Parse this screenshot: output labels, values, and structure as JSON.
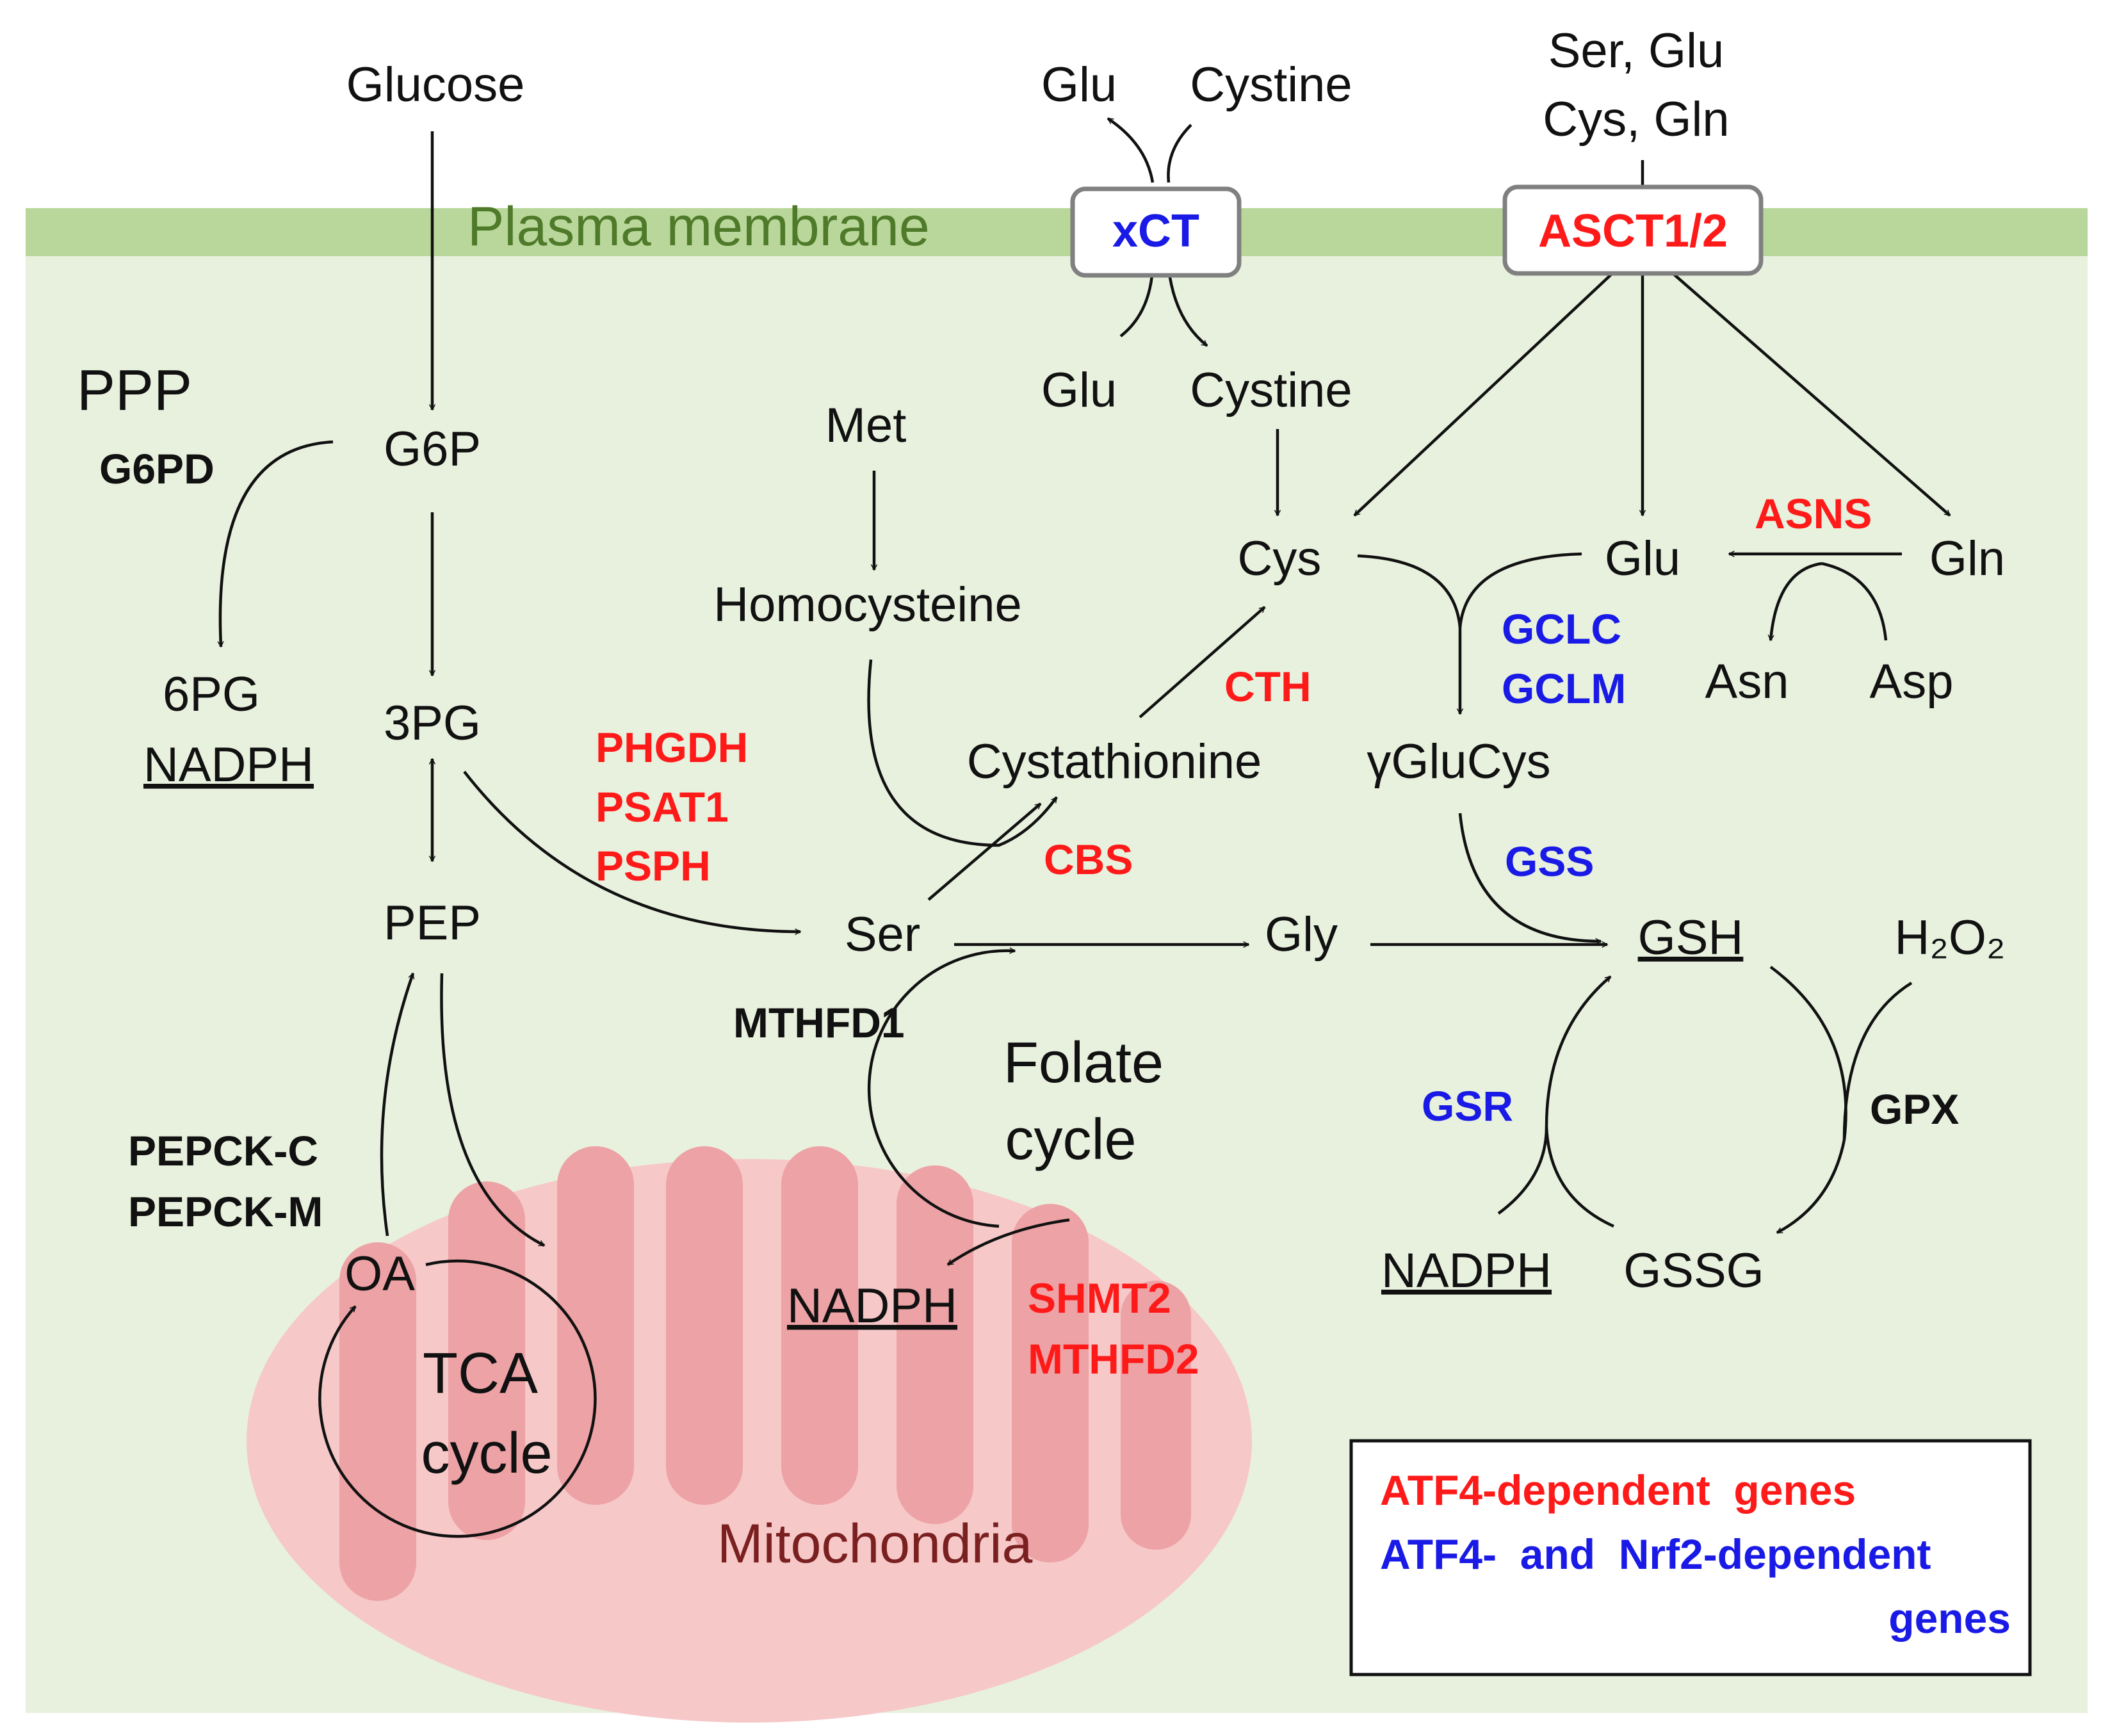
{
  "colors": {
    "atf4": "#ff1a1a",
    "atf4_nrf2": "#1a1ae6",
    "cytoplasm": "#e8f1de",
    "membrane": "#b9d79a",
    "mitochondria": "#f6c8c8",
    "cristae": "#eda2a5",
    "mito_label": "#7a2020",
    "membrane_label": "#4f7a2a"
  },
  "compartments": {
    "membrane": "Plasma membrane",
    "mitochondria": "Mitochondria"
  },
  "transporters": {
    "xct": "xCT",
    "asct": "ASCT1/2"
  },
  "metabolites": {
    "glucose": "Glucose",
    "g6p": "G6P",
    "ppp": "PPP",
    "pg6": "6PG",
    "nadph_ppp": "NADPH",
    "pg3": "3PG",
    "pep": "PEP",
    "oa": "OA",
    "tca1": "TCA",
    "tca2": "cycle",
    "met": "Met",
    "homocys": "Homocysteine",
    "cystathionine": "Cystathionine",
    "ser": "Ser",
    "gly": "Gly",
    "folate1": "Folate",
    "folate2": "cycle",
    "nadph_mito": "NADPH",
    "glu_out": "Glu",
    "cystine_out": "Cystine",
    "glu_in": "Glu",
    "cystine_in": "Cystine",
    "asct_sub1": "Ser, Glu",
    "asct_sub2": "Cys, Gln",
    "cys": "Cys",
    "glu": "Glu",
    "gln": "Gln",
    "asn": "Asn",
    "asp": "Asp",
    "gglucys": "γGluCys",
    "gsh": "GSH",
    "h2o2": "H₂O₂",
    "nadph_gsh": "NADPH",
    "gssg": "GSSG"
  },
  "enzymes": {
    "g6pd": "G6PD",
    "pepck_c": "PEPCK-C",
    "pepck_m": "PEPCK-M",
    "phgdh": "PHGDH",
    "psat1": "PSAT1",
    "psph": "PSPH",
    "mthfd1": "MTHFD1",
    "cbs": "CBS",
    "cth": "CTH",
    "shmt2": "SHMT2",
    "mthfd2": "MTHFD2",
    "asns": "ASNS",
    "gclc": "GCLC",
    "gclm": "GCLM",
    "gss": "GSS",
    "gsr": "GSR",
    "gpx": "GPX"
  },
  "legend": {
    "atf4": "ATF4-dependent  genes",
    "nrf2_line1": "ATF4-  and  Nrf2-dependent",
    "nrf2_line2": "genes"
  }
}
